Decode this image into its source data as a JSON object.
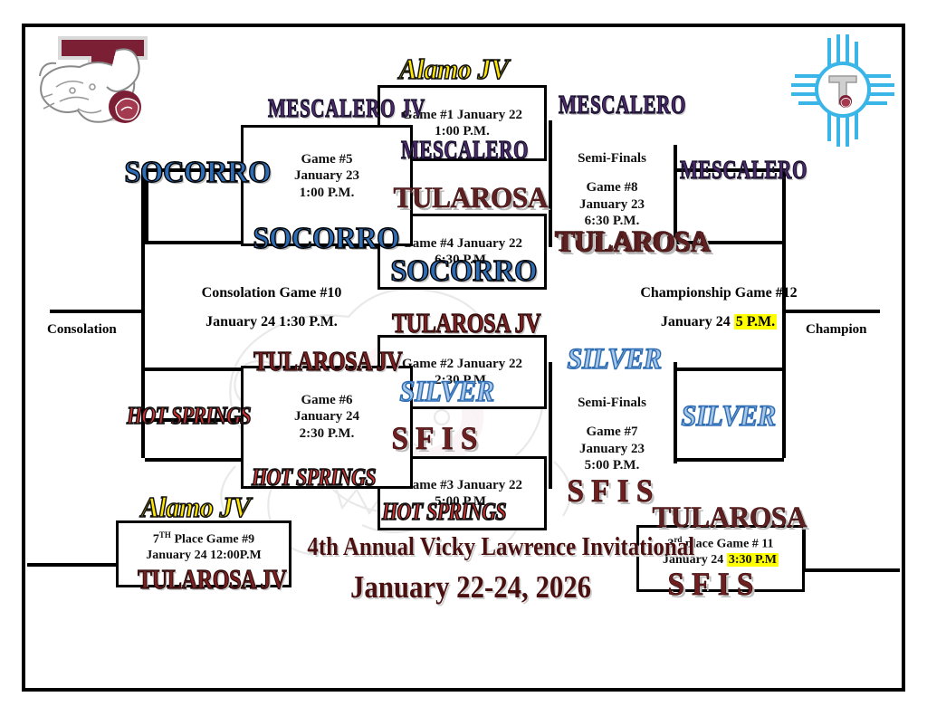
{
  "event": {
    "title": "4th Annual Vicky Lawrence Invitational",
    "dates": "January 22-24, 2026"
  },
  "logos": {
    "left": "tularosa-t-bulldog-rose-logo",
    "right": "zia-sun-t-rose-logo"
  },
  "labels": {
    "consolation": "Consolation",
    "champion": "Champion",
    "semifinals_top": "Semi-Finals",
    "semifinals_bottom": "Semi-Finals"
  },
  "center_games": {
    "consolation": {
      "line1": "Consolation Game #10",
      "line2": "January 24 1:30 P.M."
    },
    "championship": {
      "line1": "Championship Game #12",
      "line2_date": "January 24",
      "line2_time": "5 P.M.",
      "highlight": "#ffff00"
    }
  },
  "games": [
    {
      "id": "game1",
      "line1": "Game #1 January 22",
      "line2": "1:00 P.M.",
      "winner": "MESCALERO",
      "winner_style": "t-mescalero"
    },
    {
      "id": "game4",
      "line1": "Game #4 January 22",
      "line2": "6:30 P.M.",
      "winner": "SOCORRO",
      "winner_style": "t-socorro"
    },
    {
      "id": "game2",
      "line1": "Game #2 January 22",
      "line2": "2:30 P.M.",
      "winner": "SILVER",
      "winner_style": "t-silver"
    },
    {
      "id": "game3",
      "line1": "Game #3 January 22",
      "line2": "5:00 P.M.",
      "winner": "HOT SPRINGS",
      "winner_style": "t-hotsprings"
    },
    {
      "id": "game5",
      "line1": "Game #5",
      "line2": "January 23",
      "line3": "1:00 P.M.",
      "winner": "SOCORRO",
      "winner_style": "t-socorro"
    },
    {
      "id": "game6",
      "line1": "Game #6",
      "line2": "January 24",
      "line3": "2:30 P.M.",
      "winner": "HOT SPRINGS",
      "winner_style": "t-hotsprings"
    },
    {
      "id": "game8",
      "label": "Semi-Finals",
      "line1": "Game #8",
      "line2": "January 23",
      "line3": "6:30 P.M.",
      "winner": "TULAROSA",
      "winner_style": "t-tularosa"
    },
    {
      "id": "game7",
      "label": "Semi-Finals",
      "line1": "Game #7",
      "line2": "January 23",
      "line3": "5:00 P.M.",
      "winner": "SFIS",
      "winner_style": "t-sfis"
    },
    {
      "id": "game9",
      "line1_pre": "7",
      "line1_sup": "TH",
      "line1_post": " Place Game #9",
      "line2": "January 24 12:00P.M",
      "winner": "TULAROSA JV",
      "winner_style": "t-tularosajv"
    },
    {
      "id": "game11",
      "line1_pre": "3",
      "line1_sup": "rd",
      "line1_post": " place Game # 11",
      "line2_date": "January 24",
      "line2_time": "3:30 P.M",
      "highlight": "#ffff00",
      "winner": "SFIS",
      "winner_style": "t-sfis"
    }
  ],
  "seed_teams": {
    "top_left": "MESCALERO JV",
    "top_center": "Alamo JV",
    "upper_left": "SOCORRO",
    "upper_right_1": "MESCALERO",
    "upper_right_2": "MESCALERO",
    "mid_left": "TULAROSA JV",
    "mid_left_2": "HOT SPRINGS",
    "mid_center_top": "TULAROSA",
    "mid_center_mid": "TULAROSA JV",
    "mid_center_low": "SFIS",
    "right_tularosa": "TULAROSA",
    "right_silver_1": "SILVER",
    "right_silver_2": "SILVER",
    "lower_left_hot": "HOT SPRINGS",
    "lower_sfis": "SFIS",
    "lower_tularosa": "TULAROSA",
    "bottom_left_alamo": "Alamo JV"
  },
  "colors": {
    "socorro": "#2e6db4",
    "mescalero": "#4b2a6b",
    "tularosa": "#5e2020",
    "silver": "#a8c6e6",
    "sfis": "#6e1f1f",
    "hot_springs": "#d03030",
    "alamo": "#ffe600",
    "highlight": "#ffff00"
  }
}
